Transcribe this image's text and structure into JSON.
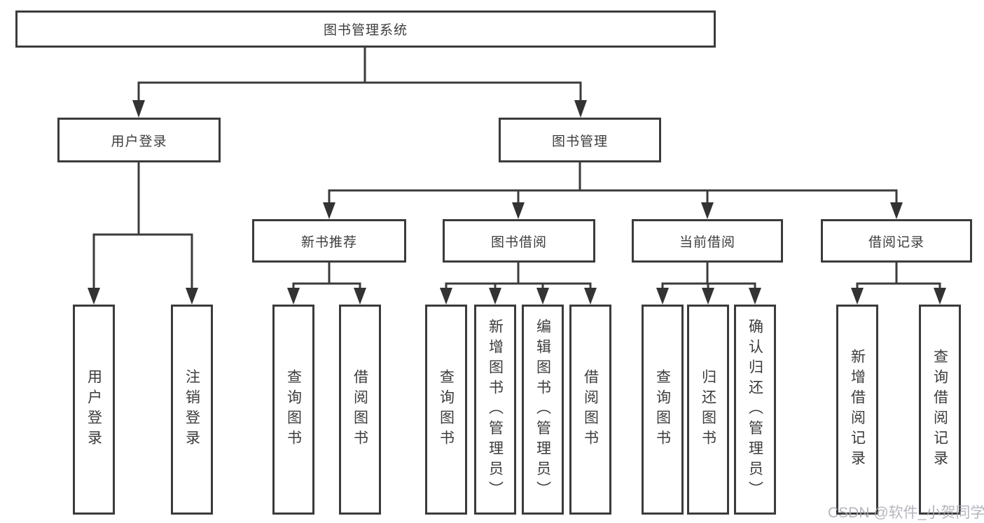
{
  "diagram": {
    "root": {
      "label": "图书管理系统"
    },
    "branches": [
      {
        "label": "用户登录",
        "children": [
          {
            "label": "用户登录"
          },
          {
            "label": "注销登录"
          }
        ]
      },
      {
        "label": "图书管理",
        "sections": [
          {
            "label": "新书推荐",
            "children": [
              {
                "label": "查询图书"
              },
              {
                "label": "借阅图书"
              }
            ]
          },
          {
            "label": "图书借阅",
            "children": [
              {
                "label": "查询图书"
              },
              {
                "label": "新增图书（管理员）"
              },
              {
                "label": "编辑图书（管理员）"
              },
              {
                "label": "借阅图书"
              }
            ]
          },
          {
            "label": "当前借阅",
            "children": [
              {
                "label": "查询图书"
              },
              {
                "label": "归还图书"
              },
              {
                "label": "确认归还（管理员）"
              }
            ]
          },
          {
            "label": "借阅记录",
            "children": [
              {
                "label": "新增借阅记录"
              },
              {
                "label": "查询借阅记录"
              }
            ]
          }
        ]
      }
    ]
  },
  "watermark": {
    "text": "CSDN @软件_小贺同学"
  },
  "colors": {
    "line": "#3b3b3b",
    "text": "#3c3c3c",
    "background": "#ffffff",
    "watermark": "#a8a8b4"
  }
}
